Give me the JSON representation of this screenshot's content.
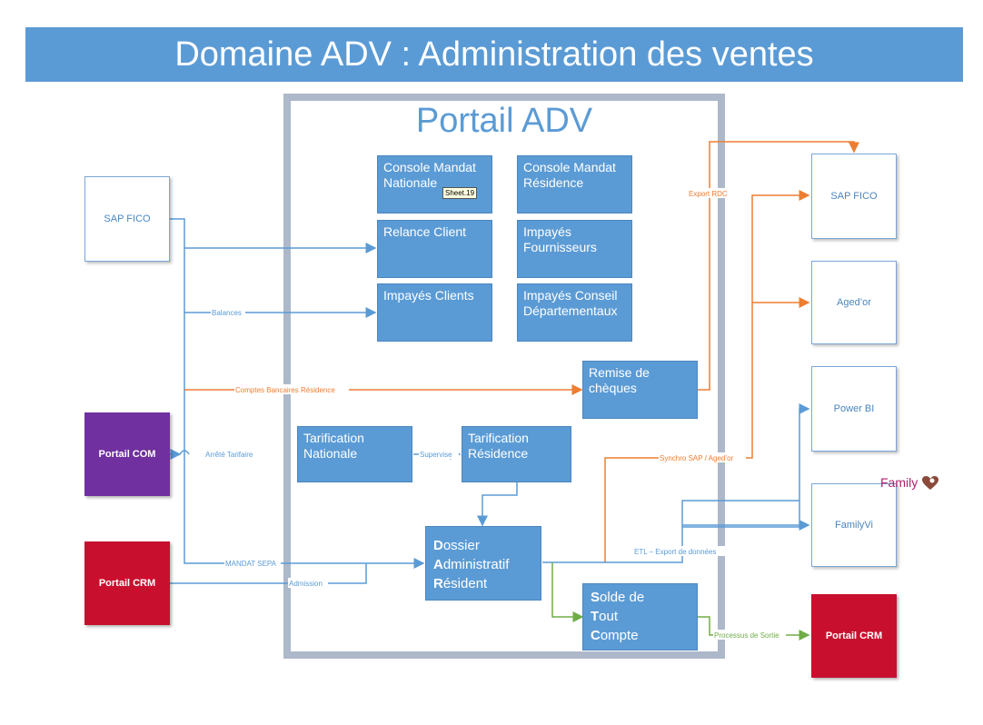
{
  "title": "Domaine ADV : Administration des ventes",
  "portal_title": "Portail ADV",
  "colors": {
    "blue": "#5b9bd5",
    "orange": "#ed7d31",
    "green": "#70ad47",
    "purple": "#7030a0",
    "crimson": "#c8102e"
  },
  "modules": {
    "console_nationale": "Console Mandat Nationale",
    "console_residence": "Console Mandat Résidence",
    "relance_client": "Relance Client",
    "impayes_fournisseurs": "Impayés Fournisseurs",
    "impayes_clients": "Impayés Clients",
    "impayes_conseil": "Impayés Conseil Départementaux",
    "remise_cheques": "Remise de chèques",
    "tarif_nationale": "Tarification Nationale",
    "tarif_residence": "Tarification Résidence"
  },
  "dossier": {
    "l1": "Dossier",
    "l2": "Administratif",
    "l3": "Résident"
  },
  "solde": {
    "l1": "Solde de",
    "l2": "Tout",
    "l3": "Compte"
  },
  "tooltip": "Sheet.19",
  "left_systems": {
    "sap_fico": "SAP FICO",
    "portail_com": "Portail COM",
    "portail_crm": "Portail CRM"
  },
  "right_systems": {
    "sap_fico": "SAP FICO",
    "aged_or": "Aged’or",
    "power_bi": "Power BI",
    "familyvi": "FamilyVi",
    "portail_crm": "Portail CRM"
  },
  "family_logo": "Family",
  "flow_labels": {
    "balances": "Balances",
    "comptes_bancaires": "Comptes Bancaires Résidence",
    "arrete_tarifaire": "Arrêté Tarifaire",
    "supervise": "Supervise",
    "mandat_sepa": "MANDAT SEPA",
    "admission": "Admission",
    "export_rdc": "Export RDC",
    "synchro": "Synchro SAP / Aged’or",
    "etl": "ETL – Export de données",
    "processus_sortie": "Processus de Sortie"
  }
}
